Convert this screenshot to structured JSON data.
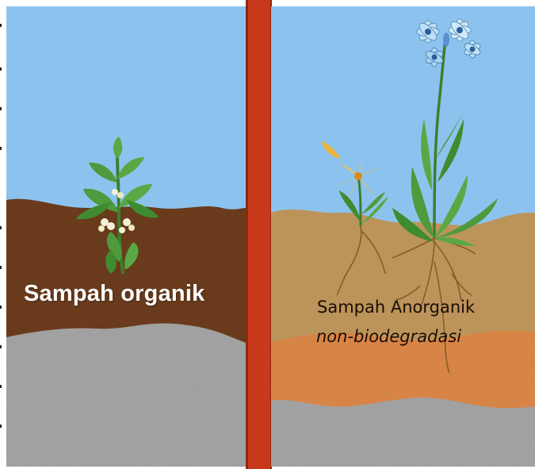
{
  "left_panel": {
    "label": "Sampah organik",
    "colors": {
      "sky": "#8cc3ee",
      "soil": "#6e3d1c",
      "rock": "#a8a8a8",
      "leaf": "#4f9a3c"
    },
    "icon": "nettle-plant-icon"
  },
  "right_panel": {
    "label_line1": "Sampah Anorganik",
    "label_line2": "non-biodegradasi",
    "colors": {
      "sky": "#8cc3ee",
      "topsoil": "#c39a5e",
      "subsoil": "#e08a4a",
      "rock": "#a8a8a8"
    },
    "icons": [
      "lily-flower-icon",
      "blue-daisy-flower-icon"
    ]
  },
  "divider": {
    "color": "#c9381a"
  }
}
